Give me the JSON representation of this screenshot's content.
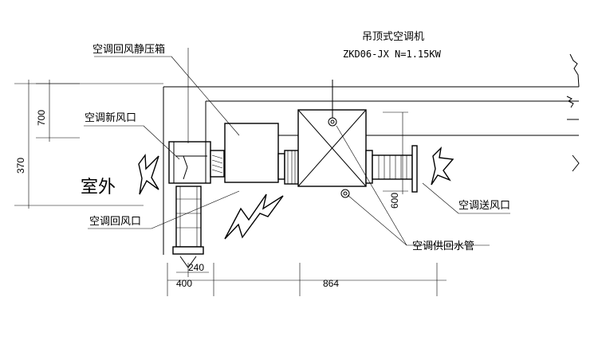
{
  "labels": {
    "static_box": "空调回风静压箱",
    "unit_name": "吊顶式空调机",
    "unit_model": "ZKD06-JX  N=1.15KW",
    "fresh_air": "空调新风口",
    "outdoor": "室外",
    "return_air": "空调回风口",
    "supply_air": "空调送风口",
    "water_pipe": "空调供回水管"
  },
  "dimensions": {
    "d700": "700",
    "d370": "370",
    "d600": "600",
    "d240": "240",
    "d400": "400",
    "d864": "864"
  }
}
